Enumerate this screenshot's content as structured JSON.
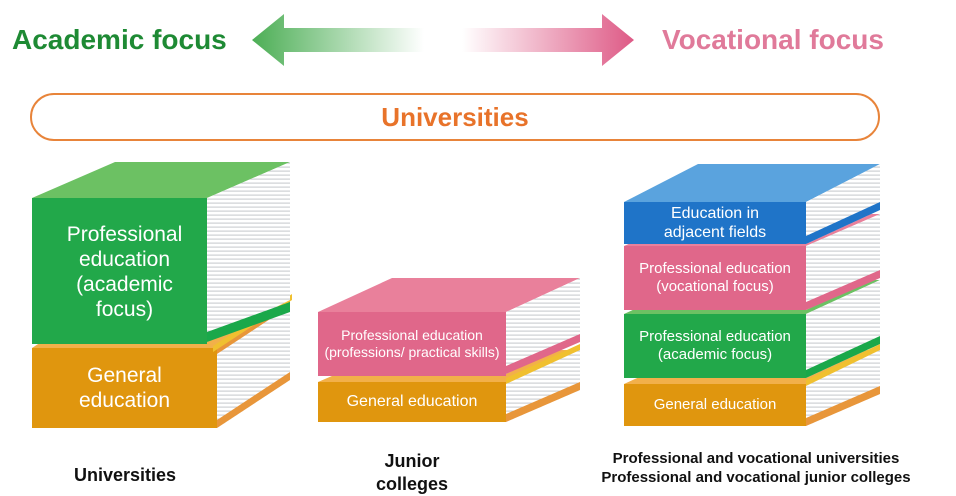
{
  "header": {
    "academic_label": "Academic focus",
    "vocational_label": "Vocational focus"
  },
  "banner": {
    "label": "Universities"
  },
  "columns": [
    {
      "label": "Universities",
      "books": [
        {
          "label": "Professional education (academic focus)",
          "color": "#22a84a"
        },
        {
          "label": "General education",
          "color": "#e0960e"
        }
      ]
    },
    {
      "label": "Junior colleges",
      "books": [
        {
          "label": "Professional education (professions/ practical skills)",
          "color": "#e0678a"
        },
        {
          "label": "General education",
          "color": "#e0960e"
        }
      ]
    },
    {
      "label_line1": "Professional and vocational universities",
      "label_line2": "Professional and vocational junior colleges",
      "books": [
        {
          "label": "Education in adjacent fields",
          "color": "#1f74c8"
        },
        {
          "label": "Professional education (vocational focus)",
          "color": "#e0678a"
        },
        {
          "label": "Professional education (academic focus)",
          "color": "#22a84a"
        },
        {
          "label": "General education",
          "color": "#e0960e"
        }
      ]
    }
  ],
  "colors": {
    "academic": "#1e8a34",
    "vocational": "#e07a9a",
    "banner": "#e8843a",
    "green_top": "#6cc163",
    "green_accent": "#1aa84a",
    "pink_accent": "#e0678a",
    "orange_accent": "#e8963a",
    "yellow_accent": "#f0c030",
    "blue_top": "#5aa3de"
  }
}
